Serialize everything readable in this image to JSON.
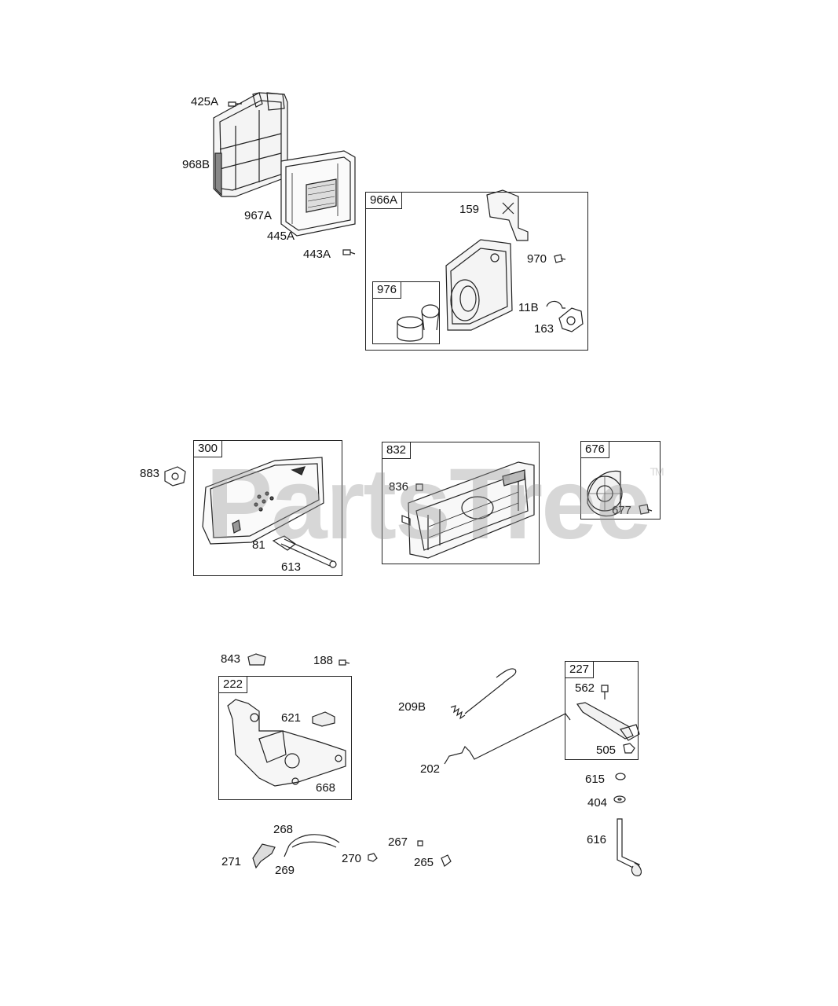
{
  "watermark": {
    "text": "PartsTree",
    "mark": "TM"
  },
  "boxes": {
    "b966A": "966A",
    "b976": "976",
    "b300": "300",
    "b832": "832",
    "b676": "676",
    "b222": "222",
    "b227": "227"
  },
  "parts": {
    "p425A": "425A",
    "p968B": "968B",
    "p967A": "967A",
    "p445A": "445A",
    "p443A": "443A",
    "p159": "159",
    "p970": "970",
    "p11B": "11B",
    "p163": "163",
    "p883": "883",
    "p81": "81",
    "p613": "613",
    "p836": "836",
    "p677": "677",
    "p843": "843",
    "p188": "188",
    "p621": "621",
    "p668": "668",
    "p209B": "209B",
    "p202": "202",
    "p562": "562",
    "p505": "505",
    "p615": "615",
    "p404": "404",
    "p616": "616",
    "p268": "268",
    "p271": "271",
    "p269": "269",
    "p270": "270",
    "p267": "267",
    "p265": "265"
  }
}
